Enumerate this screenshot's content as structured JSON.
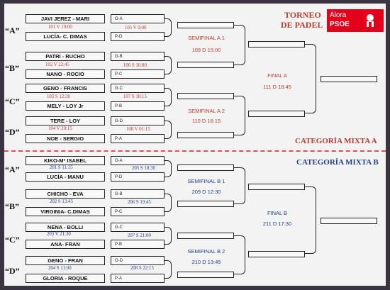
{
  "header": {
    "title_line1": "TORNEO",
    "title_line2": "DE PADEL",
    "logo_text_top": "Álora",
    "logo_text_bottom": "PSOE",
    "accent": "#c0392b"
  },
  "category_a": {
    "label": "CATEGORÍA MIXTA A",
    "groups": [
      {
        "letter": "“A”",
        "team1": "JAVI JEREZ - MARI",
        "team2": "LUCÍA- C. DIMAS",
        "match": "101  V 19:00",
        "slot1": "G-A",
        "slot2": "P-D",
        "slot_match": "105  V 0:00"
      },
      {
        "letter": "“B”",
        "team1": "PATRI - RUCHO",
        "team2": "NANO - ROCIO",
        "match": "102  V 22:45",
        "slot1": "G-B",
        "slot2": "P-C",
        "slot_match": "106  S 16:00"
      },
      {
        "letter": "“C”",
        "team1": "GENO - FRANCIS",
        "team2": "MELY - LOY Jr",
        "match": "103  S 12:30",
        "slot1": "G-C",
        "slot2": "P-B",
        "slot_match": "107  S 18:15"
      },
      {
        "letter": "“D”",
        "team1": "TERE - LOY",
        "team2": "NOE - SERGIO",
        "match": "104  V 20:15",
        "slot1": "G-D",
        "slot2": "P-A",
        "slot_match": "108  V 01:15"
      }
    ],
    "semi1_title": "SEMIFINAL A 1",
    "semi1_time": "109  D  15:00",
    "semi2_title": "SEMIFINAL A 2",
    "semi2_time": "110 D  16:15",
    "final_title": "FINAL A",
    "final_time": "111  D  18:45"
  },
  "category_b": {
    "label": "CATEGORÍA MIXTA B",
    "groups": [
      {
        "letter": "“A”",
        "team1": "KIKO-Mª ISABEL",
        "team2": "LUCÍA - MANU",
        "match": "201  S 11:15",
        "slot1": "G-A",
        "slot2": "P-D",
        "slot_match": "205  S 18:30"
      },
      {
        "letter": "“B”",
        "team1": "CHICHO - EVA",
        "team2": "VIRGINIA- C.DIMAS",
        "match": "202  S 13:45",
        "slot1": "G-B",
        "slot2": "P-C",
        "slot_match": "206  S 19:45"
      },
      {
        "letter": "“C”",
        "team1": "NENA - BOLLI",
        "team2": "ANA- FRAN",
        "match": "203  V  21:30",
        "slot1": "G-C",
        "slot2": "P-B",
        "slot_match": "207  S 21:00"
      },
      {
        "letter": "“D”",
        "team1": "GENO - FRAN",
        "team2": "GLORIA - ROQUE",
        "match": "204  S 11:00",
        "slot1": "G-D",
        "slot2": "P-A",
        "slot_match": "208 S 22:15"
      }
    ],
    "semi1_title": "SEMIFINAL B 1",
    "semi1_time": "209  D  12:30",
    "semi2_title": "SEMIFINAL B 2",
    "semi2_time": "210  D  13:45",
    "final_title": "FINAL B",
    "final_time": "211 D  17:30"
  }
}
